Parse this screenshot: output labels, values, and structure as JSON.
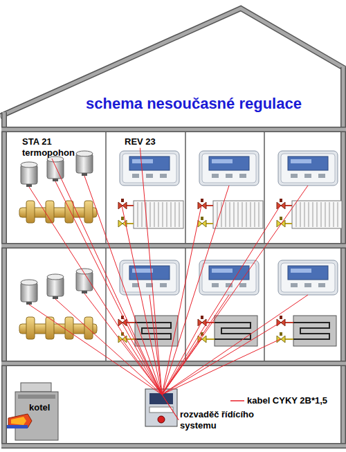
{
  "diagram": {
    "title": "schema nesoučasné regulace",
    "nodes": [
      {
        "text": [
          "STA 21 termopohon"
        ]
      },
      {
        "text": [
          "REV 23"
        ]
      },
      {
        "text": [
          "kotel"
        ]
      },
      {
        "text": [
          "rozvaděč řídícího systemu"
        ]
      }
    ],
    "edges": [
      {
        "from": 0,
        "to": 3,
        "arrow": "none"
      },
      {
        "from": 1,
        "to": 3,
        "arrow": "none"
      }
    ],
    "legend": [
      {
        "text": "kabel CYKY 2B*1,5"
      }
    ]
  }
}
